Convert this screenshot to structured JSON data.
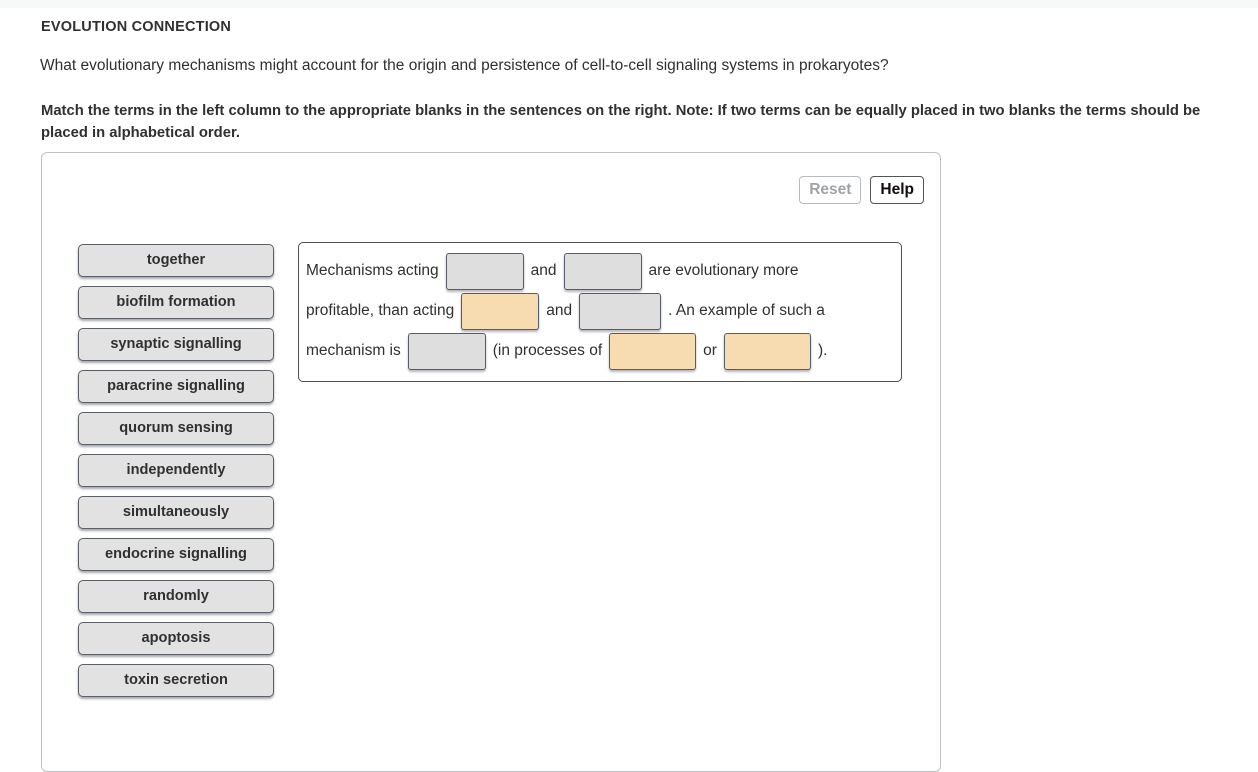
{
  "header": {
    "section_title": "EVOLUTION CONNECTION",
    "question": "What evolutionary mechanisms might account for the origin and persistence of cell-to-cell signaling systems in prokaryotes?",
    "instruction": "Match the terms in the left column to the appropriate blanks in the sentences on the right. Note: If two terms can be equally placed in two blanks the terms should be placed in alphabetical order."
  },
  "toolbar": {
    "reset_label": "Reset",
    "help_label": "Help",
    "reset_state": "disabled",
    "help_state": "enabled"
  },
  "term_bank": {
    "terms": [
      {
        "label": "together"
      },
      {
        "label": "biofilm formation"
      },
      {
        "label": "synaptic signalling"
      },
      {
        "label": "paracrine signalling"
      },
      {
        "label": "quorum sensing"
      },
      {
        "label": "independently"
      },
      {
        "label": "simultaneously"
      },
      {
        "label": "endocrine signalling"
      },
      {
        "label": "randomly"
      },
      {
        "label": "apoptosis"
      },
      {
        "label": "toxin secretion"
      }
    ]
  },
  "sentence": {
    "line1": {
      "t1": "Mechanisms acting",
      "t2": "and",
      "t3": "are evolutionary more",
      "slot1": {
        "state": "empty",
        "value": ""
      },
      "slot2": {
        "state": "empty",
        "value": ""
      }
    },
    "line2": {
      "t1": "profitable, than acting",
      "t2": "and",
      "t3": ". An example of such a",
      "slot3": {
        "state": "filled",
        "value": ""
      },
      "slot4": {
        "state": "empty",
        "value": ""
      }
    },
    "line3": {
      "t1": "mechanism is",
      "t2": "(in processes of",
      "t3": "or",
      "t4": ").",
      "slot5": {
        "state": "empty",
        "value": ""
      },
      "slot6": {
        "state": "filled",
        "value": ""
      },
      "slot7": {
        "state": "filled",
        "value": ""
      }
    }
  },
  "colors": {
    "slot_empty": "#dedede",
    "slot_filled": "#f8dcb1",
    "term_bg": "#e2e2e2",
    "text": "#2f3031",
    "panel_border": "#4a4f55",
    "container_border": "#bfc1c3"
  }
}
